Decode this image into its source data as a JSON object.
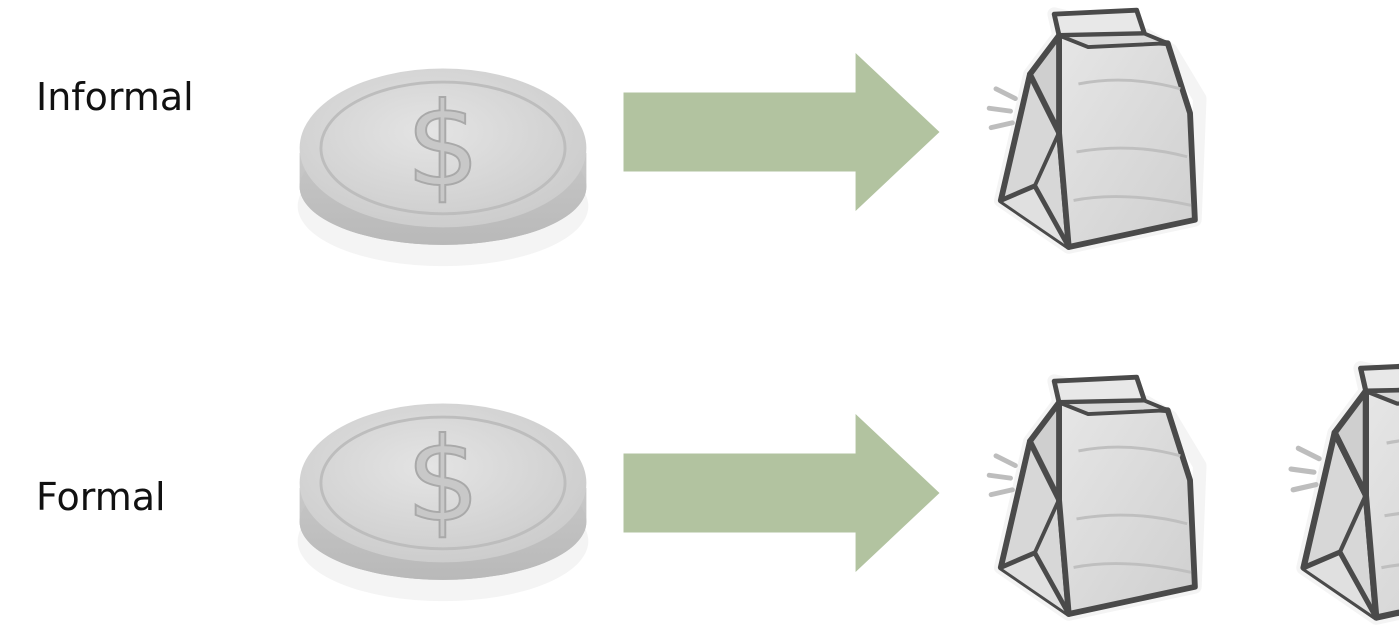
{
  "rows": [
    {
      "label": "Informal",
      "bag_count": 1
    },
    {
      "label": "Formal",
      "bag_count": 2
    }
  ],
  "icons": {
    "coin": "dollar-coin-icon",
    "arrow": "right-arrow-icon",
    "bag": "paper-bag-icon"
  },
  "colors": {
    "arrow": "#b2c3a0",
    "coin": "#d4d4d4",
    "bag_outline": "#4a4a4a",
    "bag_fill": "#dcdcdc"
  }
}
